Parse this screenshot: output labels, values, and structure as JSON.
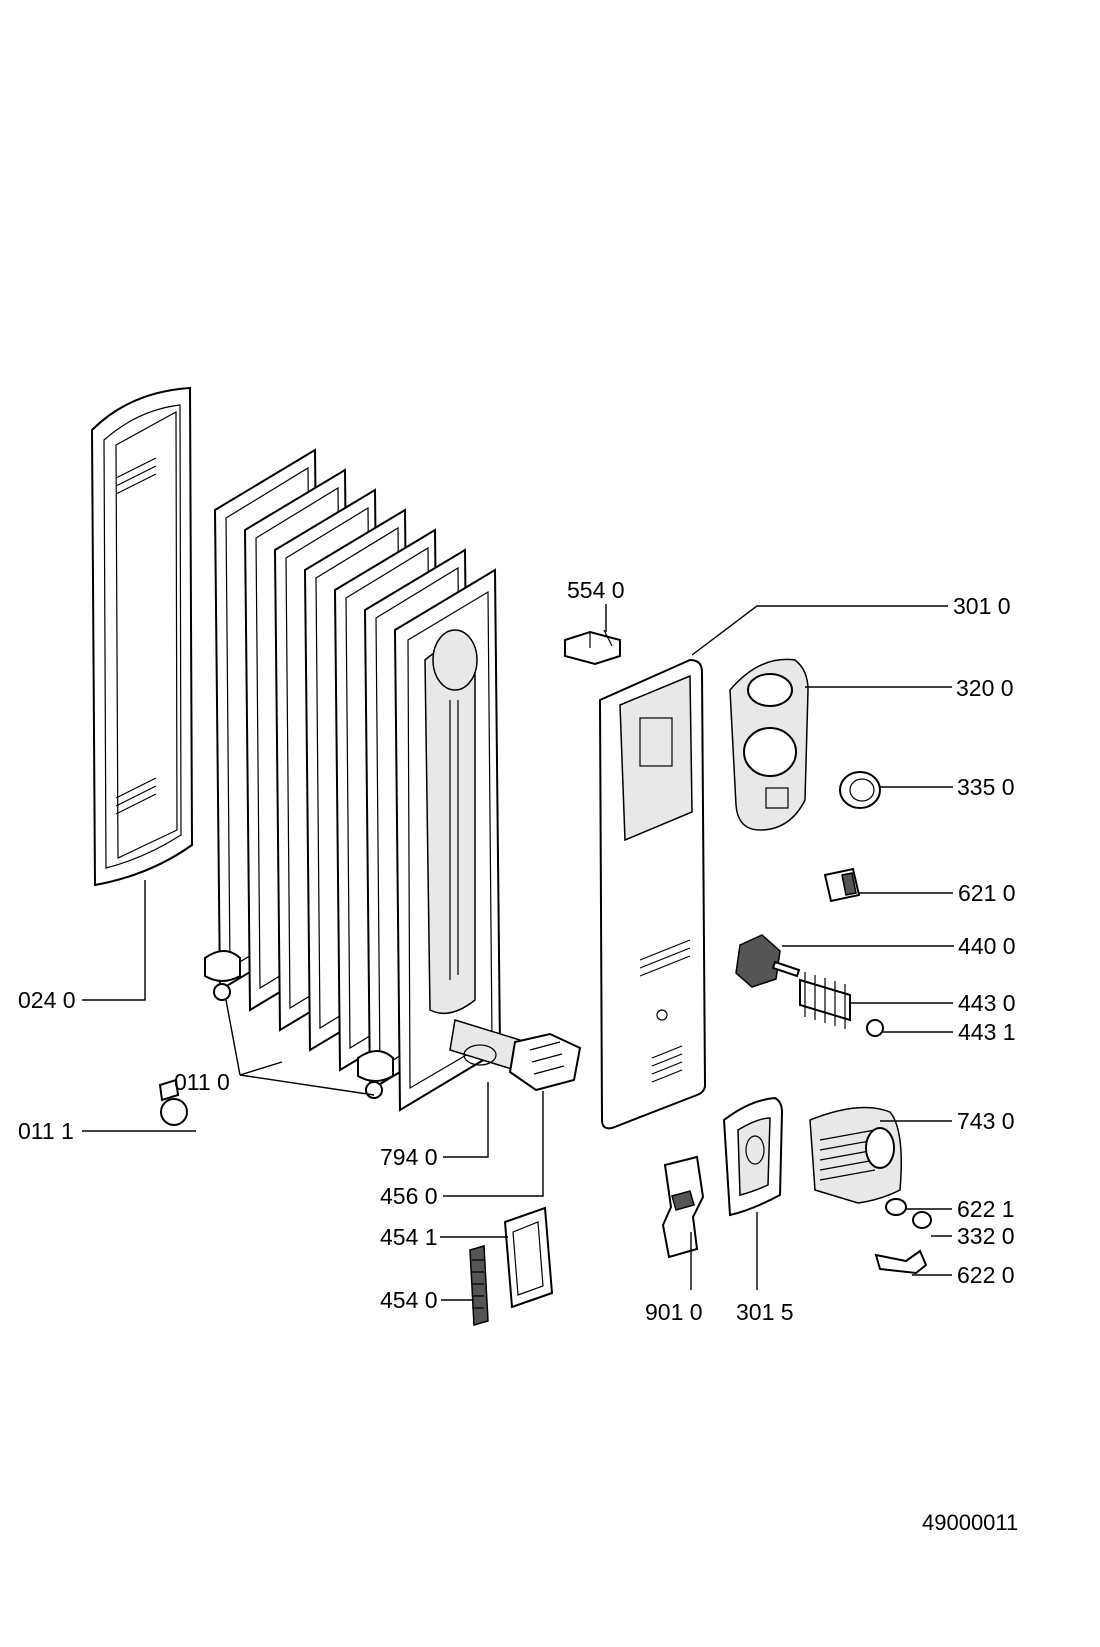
{
  "diagram": {
    "document_number": "49000011",
    "callouts": {
      "p554_0": "554 0",
      "p301_0": "301 0",
      "p320_0": "320 0",
      "p335_0": "335 0",
      "p621_0": "621 0",
      "p440_0": "440 0",
      "p443_0": "443 0",
      "p443_1": "443 1",
      "p024_0": "024 0",
      "p011_0": "011 0",
      "p011_1": "011 1",
      "p743_0": "743 0",
      "p794_0": "794 0",
      "p456_0": "456 0",
      "p622_1": "622 1",
      "p332_0": "332 0",
      "p454_1": "454 1",
      "p622_0": "622 0",
      "p454_0": "454 0",
      "p901_0": "901 0",
      "p301_5": "301 5"
    }
  }
}
